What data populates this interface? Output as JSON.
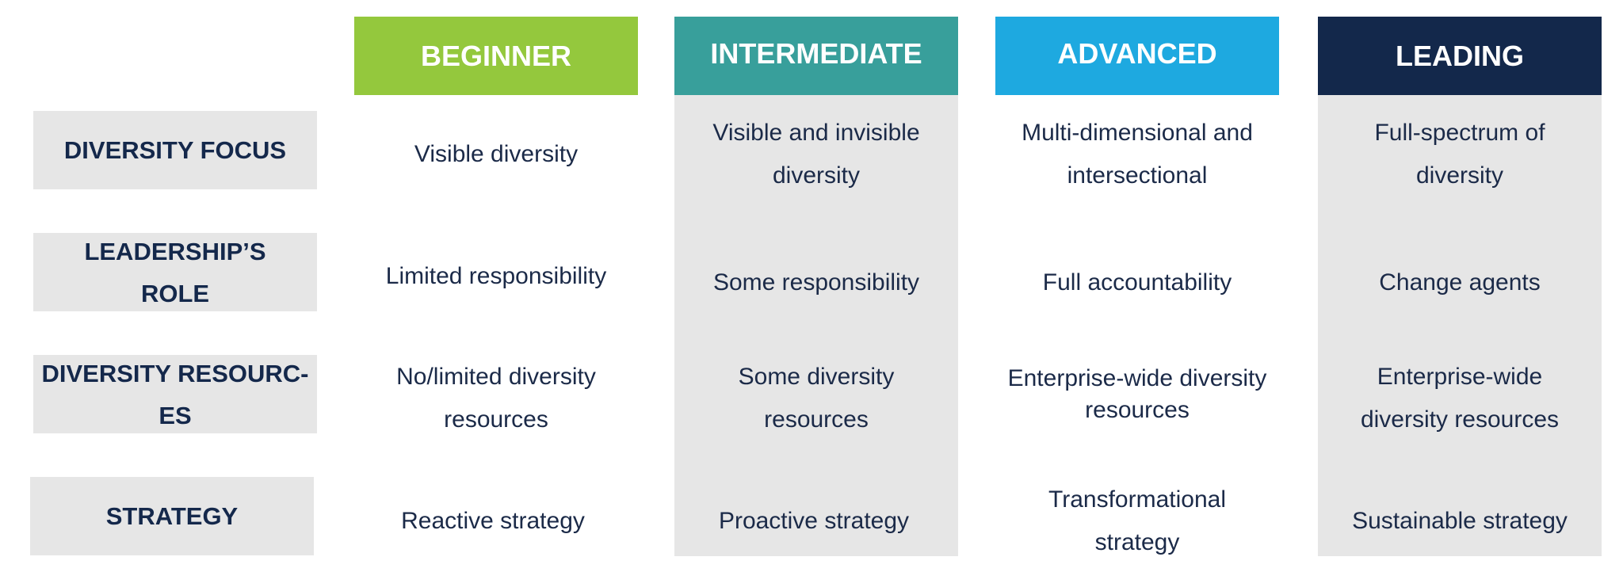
{
  "levels": [
    {
      "label": "BEGINNER",
      "color": "#94c83d"
    },
    {
      "label": "INTERMEDIATE",
      "color": "#389f9b"
    },
    {
      "label": "ADVANCED",
      "color": "#1ea9e0"
    },
    {
      "label": "LEADING",
      "color": "#13284b"
    }
  ],
  "rows": [
    {
      "label": "DIVERSITY FOCUS",
      "cells": [
        "Visible diversity",
        "Visible and invisible diversity",
        "Multi-dimensional and intersectional",
        "Full-spectrum of diversity"
      ]
    },
    {
      "label": "LEADERSHIP’S ROLE",
      "cells": [
        "Limited responsibility",
        "Some responsibility",
        "Full accountability",
        "Change agents"
      ]
    },
    {
      "label": "DIVERSITY RESOURC- ES",
      "cells": [
        "No/limited diversity resources",
        "Some diversity resources",
        "Enterprise-wide diversity resources",
        "Enterprise-wide diversity resources"
      ]
    },
    {
      "label": "STRATEGY",
      "cells": [
        "Reactive strategy",
        "Proactive strategy",
        "Transformational strategy",
        "Sustainable strategy"
      ]
    }
  ]
}
